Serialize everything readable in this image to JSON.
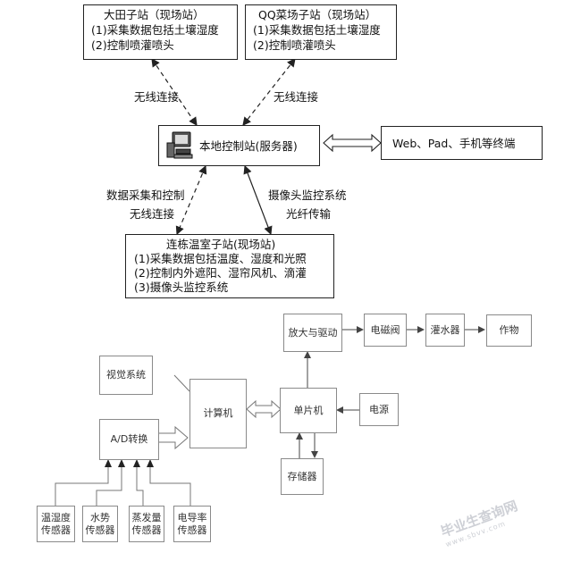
{
  "top_diagram": {
    "datian_station": {
      "title": "大田子站（现场站）",
      "line1": "(1)采集数据包括土壤湿度",
      "line2": "(2)控制喷灌喷头"
    },
    "qq_station": {
      "title": "QQ菜场子站（现场站）",
      "line1": "(1)采集数据包括土壤湿度",
      "line2": "(2)控制喷灌喷头"
    },
    "wireless_left": "无线连接",
    "wireless_right": "无线连接",
    "local_station": "本地控制站(服务器)",
    "terminals": "Web、Pad、手机等终端",
    "data_collect_label": "数据采集和控制",
    "wireless_bottom": "无线连接",
    "camera_label": "摄像头监控系统",
    "fiber_label": "光纤传输",
    "greenhouse_station": {
      "title": "连栋温室子站(现场站)",
      "line1": "(1)采集数据包括温度、湿度和光照",
      "line2": "(2)控制内外遮阳、湿帘风机、滴灌",
      "line3": "(3)摄像头监控系统"
    }
  },
  "bottom_diagram": {
    "vision": "视觉系统",
    "ad": "A/D转换",
    "computer": "计算机",
    "mcu": "单片机",
    "amp": "放大与驱动",
    "valve": "电磁阀",
    "sprinkler": "灌水器",
    "crop": "作物",
    "power": "电源",
    "storage": "存储器",
    "sensors": [
      {
        "line1": "温湿度",
        "line2": "传感器"
      },
      {
        "line1": "水势",
        "line2": "传感器"
      },
      {
        "line1": "蒸发量",
        "line2": "传感器"
      },
      {
        "line1": "电导率",
        "line2": "传感器"
      }
    ]
  },
  "watermark": {
    "text": "毕业生查询网",
    "sub": "www.sbvv.com"
  },
  "icons": [
    "computer-icon",
    "double-arrow-icon"
  ],
  "colors": {
    "line": "#222222",
    "gray_line": "#8a8a8a"
  }
}
